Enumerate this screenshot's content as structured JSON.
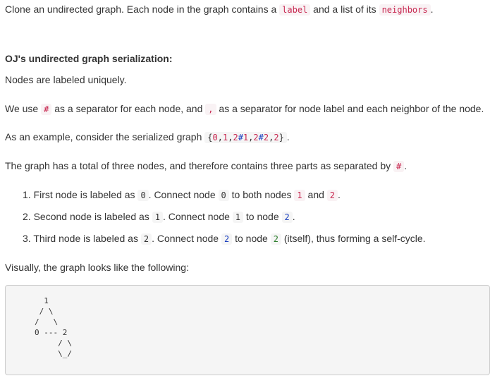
{
  "intro": {
    "text1": "Clone an undirected graph. Each node in the graph contains a ",
    "code_label": "label",
    "text2": " and a list of its ",
    "code_neighbors": "neighbors",
    "text3": "."
  },
  "heading": "OJ's undirected graph serialization:",
  "p_unique": "Nodes are labeled uniquely.",
  "p_sep": {
    "t1": "We use ",
    "c1": "#",
    "t2": " as a separator for each node, and ",
    "c2": ",",
    "t3": " as a separator for node label and each neighbor of the node."
  },
  "p_example": {
    "t1": "As an example, consider the serialized graph ",
    "code": {
      "b1": "{",
      "n0": "0",
      "s1": ",",
      "n1": "1",
      "s2": ",",
      "n2": "2",
      "h1": "#",
      "n3": "1",
      "s3": ",",
      "n4": "2",
      "h2": "#",
      "n5": "2",
      "s4": ",",
      "n6": "2",
      "b2": "}"
    },
    "t2": "."
  },
  "p_total": {
    "t1": "The graph has a total of three nodes, and therefore contains three parts as separated by ",
    "c1": "#",
    "t2": "."
  },
  "list": [
    {
      "num": "1.",
      "t1": " First node is labeled as ",
      "c1": "0",
      "t2": ". Connect node ",
      "c2": "0",
      "t3": " to both nodes ",
      "c3": "1",
      "t4": " and ",
      "c4": "2",
      "t5": "."
    },
    {
      "num": "2.",
      "t1": " Second node is labeled as ",
      "c1": "1",
      "t2": ". Connect node ",
      "c2": "1",
      "t3": " to node ",
      "c3": "2",
      "t4": "."
    },
    {
      "num": "3.",
      "t1": " Third node is labeled as ",
      "c1": "2",
      "t2": ". Connect node ",
      "c2": "2",
      "t3": " to node ",
      "c3": "2",
      "t4": " (itself), thus forming a self-cycle."
    }
  ],
  "p_visual": "Visually, the graph looks like the following:",
  "ascii_graph": "  1\n / \\\n/   \\\n0 --- 2\n     / \\\n     \\_/"
}
